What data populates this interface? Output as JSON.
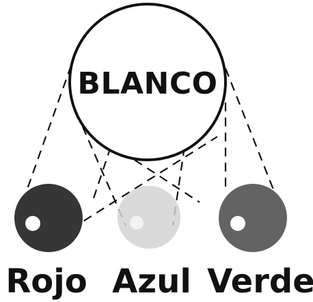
{
  "center": {
    "label": "BLANCO",
    "fill": "#ffffff",
    "stroke": "#111111"
  },
  "balls": [
    {
      "label": "Rojo",
      "fill": "#3a3a3a",
      "highlight": "#ffffff"
    },
    {
      "label": "Azul",
      "fill": "#e2e2e2",
      "highlight": "#f2f2f2"
    },
    {
      "label": "Verde",
      "fill": "#6a6a6a",
      "highlight": "#ffffff"
    }
  ],
  "line_color": "#111111"
}
